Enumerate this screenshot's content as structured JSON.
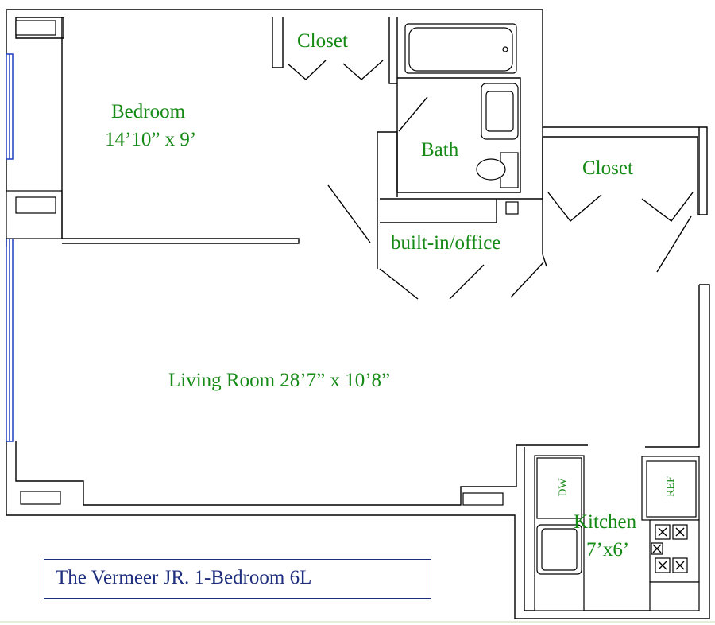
{
  "rooms": {
    "bedroom": {
      "name": "Bedroom",
      "size": "14’10” x 9’"
    },
    "closet_top": {
      "name": "Closet"
    },
    "bath": {
      "name": "Bath"
    },
    "closet_right": {
      "name": "Closet"
    },
    "office": {
      "name": "built-in/office"
    },
    "living": {
      "name": "Living Room 28’7” x 10’8”"
    },
    "kitchen": {
      "name": "Kitchen",
      "size": "7’x6’"
    }
  },
  "appliances": {
    "dishwasher": "DW",
    "refrigerator": "REF"
  },
  "caption": "The Vermeer  JR. 1-Bedroom  6L",
  "colors": {
    "labels": "#168a16",
    "caption": "#1f2f7f",
    "windows": "#1f3fbf",
    "walls": "#000000"
  }
}
